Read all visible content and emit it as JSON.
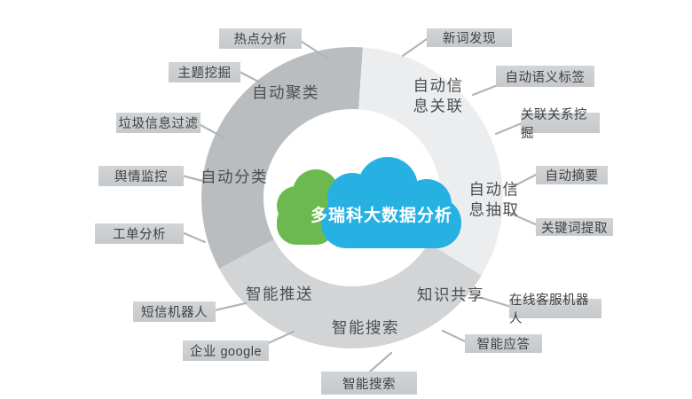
{
  "diagram": {
    "title": "多瑞科大数据分析",
    "type": "circular-capability-map"
  },
  "center_cloud": {
    "label": "多瑞科大数据分析",
    "blue": "#27b1e3",
    "green": "#6cba4f"
  },
  "ring": {
    "colors": {
      "dark": "#babdc0",
      "medium": "#d2d4d6",
      "light": "#ecedee"
    },
    "segment_angles": {
      "dark": [
        242,
        364
      ],
      "light": [
        4,
        121
      ],
      "medium": [
        121,
        242
      ]
    },
    "labels": [
      {
        "id": "auto-clustering",
        "label": "自动聚类"
      },
      {
        "id": "auto-info-association",
        "label": "自动信\n息关联"
      },
      {
        "id": "auto-info-extraction",
        "label": "自动信\n息抽取"
      },
      {
        "id": "knowledge-sharing",
        "label": "知识共享"
      },
      {
        "id": "intelligent-search",
        "label": "智能搜索"
      },
      {
        "id": "intelligent-push",
        "label": "智能推送"
      },
      {
        "id": "auto-classification",
        "label": "自动分类"
      }
    ]
  },
  "callouts": [
    {
      "id": "hotspot-analysis",
      "label": "热点分析"
    },
    {
      "id": "topic-mining",
      "label": "主题挖掘"
    },
    {
      "id": "spam-filtering",
      "label": "垃圾信息过滤"
    },
    {
      "id": "opinion-monitoring",
      "label": "舆情监控"
    },
    {
      "id": "ticket-analysis",
      "label": "工单分析"
    },
    {
      "id": "sms-robot",
      "label": "短信机器人"
    },
    {
      "id": "enterprise-google",
      "label": "企业 google"
    },
    {
      "id": "intelligent-search-2",
      "label": "智能搜索"
    },
    {
      "id": "smart-answer",
      "label": "智能应答"
    },
    {
      "id": "online-service-robot",
      "label": "在线客服机器人"
    },
    {
      "id": "keyword-extraction",
      "label": "关键词提取"
    },
    {
      "id": "auto-summary",
      "label": "自动摘要"
    },
    {
      "id": "association-mining",
      "label": "关联关系挖掘"
    },
    {
      "id": "semantic-tagging",
      "label": "自动语义标签"
    },
    {
      "id": "new-word-discovery",
      "label": "新词发现"
    }
  ]
}
